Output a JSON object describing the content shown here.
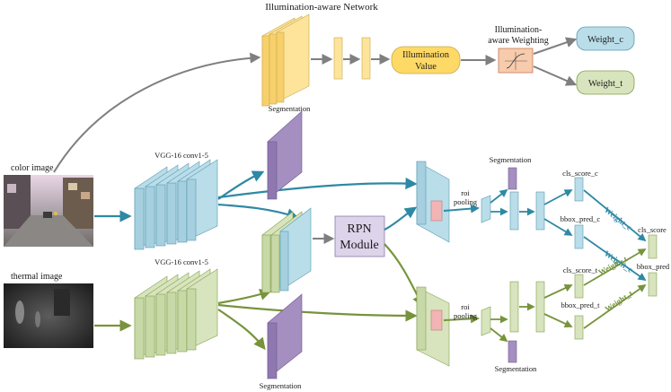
{
  "title": "Illumination-aware Network",
  "inputs": {
    "color_label": "color image",
    "thermal_label": "thermal image"
  },
  "backbone": {
    "color_label": "VGG-16 conv1-5",
    "thermal_label": "VGG-16 conv1-5"
  },
  "illumination": {
    "value_label": "Illumination Value",
    "value_line1": "Illumination",
    "value_line2": "Value",
    "weighting_line1": "Illumination-",
    "weighting_line2": "aware Weighting",
    "seg_label": "Segmentation"
  },
  "rpn": {
    "line1": "RPN",
    "line2": "Module"
  },
  "outputs": {
    "weight_c": "Weight_c",
    "weight_t": "Weight_t"
  },
  "heads": {
    "roi_pooling_line1": "roi",
    "roi_pooling_line2": "pooling",
    "seg_top": "Segmentation",
    "seg_bottom": "Segmentation",
    "seg_left_bottom": "Segmentation",
    "cls_score_c": "cls_score_c",
    "bbox_pred_c": "bbox_pred_c",
    "cls_score_t": "cls_score_t",
    "bbox_pred_t": "bbox_pred_t",
    "cls_score": "cls_score",
    "bbox_pred": "bbox_pred",
    "weight_c_1": "Weight_c",
    "weight_c_2": "Weight_c",
    "weight_t_1": "Weight_t",
    "weight_t_2": "Weight_t"
  },
  "colors": {
    "blue_block": "#b9dde9",
    "green_block": "#d7e4bd",
    "yellow_block": "#fde49a",
    "purple_block": "#a48fc0",
    "pink_block": "#f2b4b4",
    "blue_arrow": "#2e89a4",
    "green_arrow": "#77933c",
    "gray_arrow": "#7f7f7f"
  }
}
